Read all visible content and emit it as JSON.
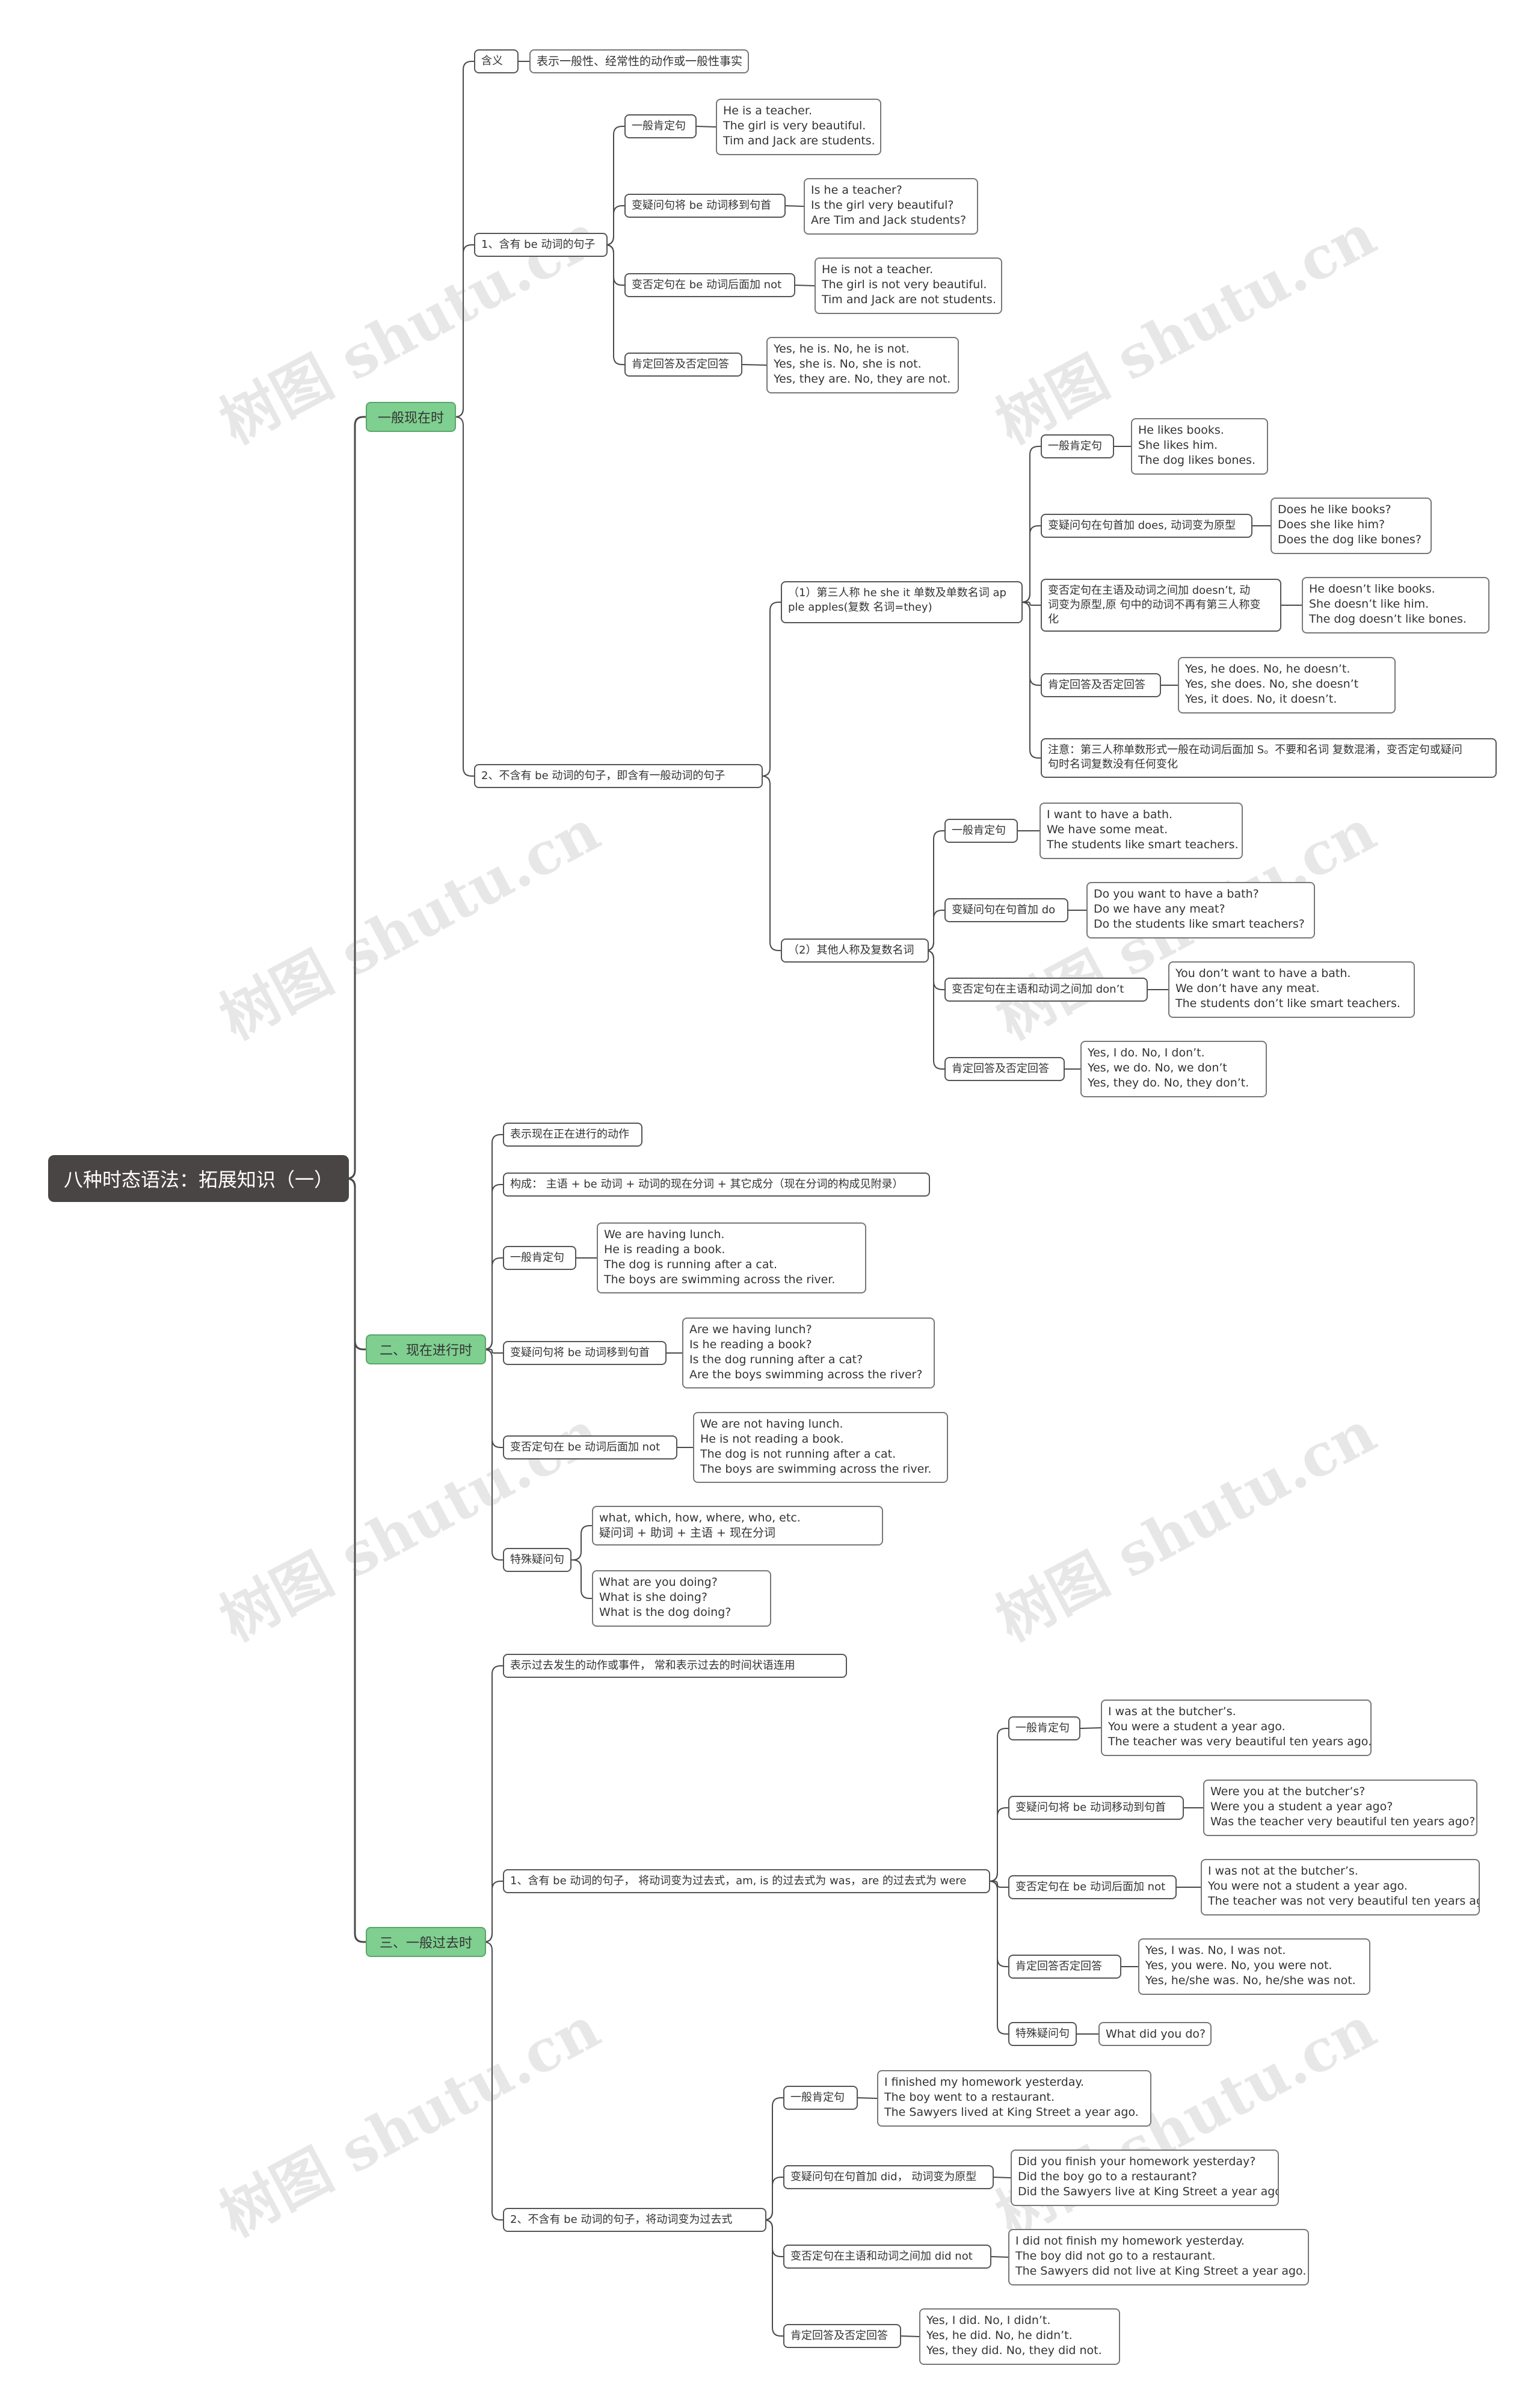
{
  "root": "八种时态语法：拓展知识（一）",
  "watermark": "树图 shutu.cn",
  "colors": {
    "root": "#4a4545",
    "branch": "#7fcf90",
    "line": "#4a4a4a"
  },
  "nodes": [
    {
      "id": "root",
      "text": "八种时态语法：拓展知识（一）"
    },
    {
      "id": "b1",
      "parent": "root",
      "text": "一般现在时"
    },
    {
      "id": "b1_meaning",
      "parent": "b1",
      "text": "含义"
    },
    {
      "id": "b1_meaning_d",
      "parent": "b1_meaning",
      "text": "表示一般性、经常性的动作或一般性事实"
    },
    {
      "id": "b1_s1",
      "parent": "b1",
      "text": "1、含有 be 动词的句子"
    },
    {
      "id": "b1_s1_a",
      "parent": "b1_s1",
      "text": "一般肯定句"
    },
    {
      "id": "b1_s1_a_e",
      "parent": "b1_s1_a",
      "text": "He is a teacher.\nThe girl is very beautiful.\nTim and Jack are students."
    },
    {
      "id": "b1_s1_b",
      "parent": "b1_s1",
      "text": "变疑问句将 be 动词移到句首"
    },
    {
      "id": "b1_s1_b_e",
      "parent": "b1_s1_b",
      "text": "Is he a teacher?\nIs the girl very beautiful?\nAre Tim and Jack students?"
    },
    {
      "id": "b1_s1_c",
      "parent": "b1_s1",
      "text": "变否定句在 be 动词后面加 not"
    },
    {
      "id": "b1_s1_c_e",
      "parent": "b1_s1_c",
      "text": "He is not a teacher.\nThe girl is not very beautiful.\nTim and Jack are not students."
    },
    {
      "id": "b1_s1_d",
      "parent": "b1_s1",
      "text": "肯定回答及否定回答"
    },
    {
      "id": "b1_s1_d_e",
      "parent": "b1_s1_d",
      "text": "Yes, he is. No, he is not.\nYes, she is. No, she is not.\nYes, they are. No, they are not."
    },
    {
      "id": "b1_s2",
      "parent": "b1",
      "text": "2、不含有 be 动词的句子，即含有一般动词的句子"
    },
    {
      "id": "b1_s2_1",
      "parent": "b1_s2",
      "text": "（1）第三人称 he she it 单数及单数名词 ap\nple apples(复数 名词=they)"
    },
    {
      "id": "b1_s2_1_a",
      "parent": "b1_s2_1",
      "text": "一般肯定句"
    },
    {
      "id": "b1_s2_1_a_e",
      "parent": "b1_s2_1_a",
      "text": "He likes books.\nShe likes him.\nThe dog likes bones."
    },
    {
      "id": "b1_s2_1_b",
      "parent": "b1_s2_1",
      "text": "变疑问句在句首加 does, 动词变为原型"
    },
    {
      "id": "b1_s2_1_b_e",
      "parent": "b1_s2_1_b",
      "text": "Does he like books?\nDoes she like him?\nDoes the dog like bones?"
    },
    {
      "id": "b1_s2_1_c",
      "parent": "b1_s2_1",
      "text": "变否定句在主语及动词之间加 doesn’t, 动\n词变为原型,原 句中的动词不再有第三人称变\n化"
    },
    {
      "id": "b1_s2_1_c_e",
      "parent": "b1_s2_1_c",
      "text": "He doesn’t like books.\nShe doesn’t like him.\nThe dog doesn’t like bones."
    },
    {
      "id": "b1_s2_1_d",
      "parent": "b1_s2_1",
      "text": "肯定回答及否定回答"
    },
    {
      "id": "b1_s2_1_d_e",
      "parent": "b1_s2_1_d",
      "text": "Yes, he does. No, he doesn’t.\nYes, she does. No, she doesn’t\nYes, it does. No, it doesn’t."
    },
    {
      "id": "b1_s2_1_note",
      "parent": "b1_s2_1",
      "text": "注意：第三人称单数形式一般在动词后面加 S。不要和名词 复数混淆，变否定句或疑问\n句时名词复数没有任何变化"
    },
    {
      "id": "b1_s2_2",
      "parent": "b1_s2",
      "text": "（2）其他人称及复数名词"
    },
    {
      "id": "b1_s2_2_a",
      "parent": "b1_s2_2",
      "text": "一般肯定句"
    },
    {
      "id": "b1_s2_2_a_e",
      "parent": "b1_s2_2_a",
      "text": "I want to have a bath.\nWe have some meat.\nThe students like smart teachers."
    },
    {
      "id": "b1_s2_2_b",
      "parent": "b1_s2_2",
      "text": "变疑问句在句首加 do"
    },
    {
      "id": "b1_s2_2_b_e",
      "parent": "b1_s2_2_b",
      "text": "Do you want to have a bath?\nDo we have any meat?\nDo the students like smart teachers?"
    },
    {
      "id": "b1_s2_2_c",
      "parent": "b1_s2_2",
      "text": "变否定句在主语和动词之间加 don’t"
    },
    {
      "id": "b1_s2_2_c_e",
      "parent": "b1_s2_2_c",
      "text": "You don’t want to have a bath.\nWe don’t have any meat.\nThe students don’t like smart teachers."
    },
    {
      "id": "b1_s2_2_d",
      "parent": "b1_s2_2",
      "text": "肯定回答及否定回答"
    },
    {
      "id": "b1_s2_2_d_e",
      "parent": "b1_s2_2_d",
      "text": "Yes, I do. No, I don’t.\nYes, we do. No, we don’t\nYes, they do. No, they don’t."
    },
    {
      "id": "b2",
      "parent": "root",
      "text": "二、现在进行时"
    },
    {
      "id": "b2_meaning",
      "parent": "b2",
      "text": "表示现在正在进行的动作"
    },
    {
      "id": "b2_form",
      "parent": "b2",
      "text": "构成： 主语 + be 动词 + 动词的现在分词 + 其它成分（现在分词的构成见附录）"
    },
    {
      "id": "b2_a",
      "parent": "b2",
      "text": "一般肯定句"
    },
    {
      "id": "b2_a_e",
      "parent": "b2_a",
      "text": "We are having lunch.\nHe is reading a book.\nThe dog is running after a cat.\nThe boys are swimming across the river."
    },
    {
      "id": "b2_b",
      "parent": "b2",
      "text": "变疑问句将 be 动词移到句首"
    },
    {
      "id": "b2_b_e",
      "parent": "b2_b",
      "text": "Are we having lunch?\nIs he reading a book?\nIs the dog running after a cat?\nAre the boys swimming across the river?"
    },
    {
      "id": "b2_c",
      "parent": "b2",
      "text": "变否定句在 be 动词后面加 not"
    },
    {
      "id": "b2_c_e",
      "parent": "b2_c",
      "text": "We are not having lunch.\nHe is not reading a book.\nThe dog is not running after a cat.\nThe boys are swimming across the river."
    },
    {
      "id": "b2_d",
      "parent": "b2",
      "text": "特殊疑问句"
    },
    {
      "id": "b2_d_e1",
      "parent": "b2_d",
      "text": "what, which, how, where, who, etc.\n疑问词 + 助词 + 主语 + 现在分词"
    },
    {
      "id": "b2_d_e2",
      "parent": "b2_d",
      "text": "What are you doing?\nWhat is she doing?\nWhat is the dog doing?"
    },
    {
      "id": "b3",
      "parent": "root",
      "text": "三、一般过去时"
    },
    {
      "id": "b3_meaning",
      "parent": "b3",
      "text": "表示过去发生的动作或事件， 常和表示过去的时间状语连用"
    },
    {
      "id": "b3_s1",
      "parent": "b3",
      "text": "1、含有 be 动词的句子， 将动词变为过去式，am, is 的过去式为 was，are 的过去式为 were"
    },
    {
      "id": "b3_s1_a",
      "parent": "b3_s1",
      "text": "一般肯定句"
    },
    {
      "id": "b3_s1_a_e",
      "parent": "b3_s1_a",
      "text": "I was at the butcher’s.\nYou were a student a year ago.\nThe teacher was very beautiful ten years ago."
    },
    {
      "id": "b3_s1_b",
      "parent": "b3_s1",
      "text": "变疑问句将 be 动词移动到句首"
    },
    {
      "id": "b3_s1_b_e",
      "parent": "b3_s1_b",
      "text": "Were you at the butcher’s?\nWere you a student a year ago?\nWas the teacher very beautiful ten years ago?"
    },
    {
      "id": "b3_s1_c",
      "parent": "b3_s1",
      "text": "变否定句在 be 动词后面加 not"
    },
    {
      "id": "b3_s1_c_e",
      "parent": "b3_s1_c",
      "text": "I was not at the butcher’s.\nYou were not a student a year ago.\nThe teacher was not very beautiful ten years ago."
    },
    {
      "id": "b3_s1_d",
      "parent": "b3_s1",
      "text": "肯定回答否定回答"
    },
    {
      "id": "b3_s1_d_e",
      "parent": "b3_s1_d",
      "text": "Yes, I was. No, I was not.\nYes, you were. No, you were not.\nYes, he/she was. No, he/she was not."
    },
    {
      "id": "b3_s1_e",
      "parent": "b3_s1",
      "text": "特殊疑问句"
    },
    {
      "id": "b3_s1_e_e",
      "parent": "b3_s1_e",
      "text": "What did you do?"
    },
    {
      "id": "b3_s2",
      "parent": "b3",
      "text": "2、不含有 be 动词的句子，将动词变为过去式"
    },
    {
      "id": "b3_s2_a",
      "parent": "b3_s2",
      "text": "一般肯定句"
    },
    {
      "id": "b3_s2_a_e",
      "parent": "b3_s2_a",
      "text": "I finished my homework yesterday.\nThe boy went to a restaurant.\nThe Sawyers lived at King Street a year ago."
    },
    {
      "id": "b3_s2_b",
      "parent": "b3_s2",
      "text": "变疑问句在句首加 did， 动词变为原型"
    },
    {
      "id": "b3_s2_b_e",
      "parent": "b3_s2_b",
      "text": "Did you finish your homework yesterday?\nDid the boy go to a restaurant?\nDid the Sawyers live at King Street a year ago?"
    },
    {
      "id": "b3_s2_c",
      "parent": "b3_s2",
      "text": "变否定句在主语和动词之间加 did not"
    },
    {
      "id": "b3_s2_c_e",
      "parent": "b3_s2_c",
      "text": "I did not finish my homework yesterday.\nThe boy did not go to a restaurant.\nThe Sawyers did not live at King Street a year ago."
    },
    {
      "id": "b3_s2_d",
      "parent": "b3_s2",
      "text": "肯定回答及否定回答"
    },
    {
      "id": "b3_s2_d_e",
      "parent": "b3_s2_d",
      "text": "Yes, I did. No, I didn’t.\nYes, he did. No, he didn’t.\nYes, they did. No, they did not."
    }
  ]
}
